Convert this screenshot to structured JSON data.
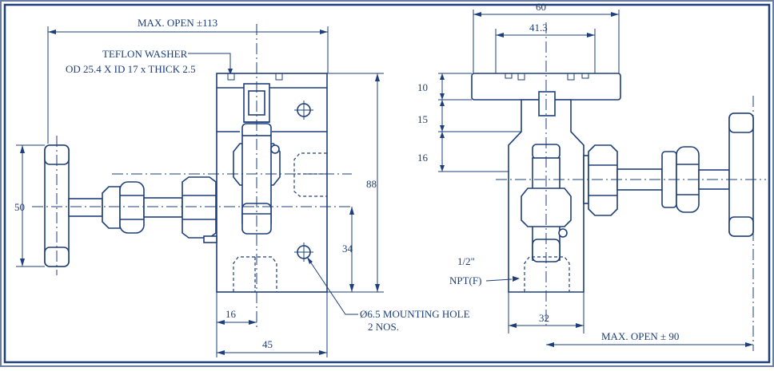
{
  "drawing": {
    "border_color": "#1d3f7c",
    "line_color": "#1d3f7c",
    "background": "#ffffff"
  },
  "front_view": {
    "max_open": "MAX. OPEN ±113",
    "washer_line1": "TEFLON WASHER",
    "washer_line2": "OD 25.4 X ID 17 x THICK 2.5",
    "dim_handle": "50",
    "dim_height": "88",
    "dim_center": "34",
    "dim_offset": "16",
    "dim_width": "45",
    "mounting_line1": "Ø6.5 MOUNTING HOLE",
    "mounting_line2": "2 NOS."
  },
  "side_view": {
    "dim_top": "60",
    "dim_bolt": "41.3",
    "dim_flange": "10",
    "dim_neck": "15",
    "dim_body": "16",
    "npt_line1": "1/2\"",
    "npt_line2": "NPT(F)",
    "dim_bottom": "32",
    "max_open": "MAX. OPEN ± 90"
  }
}
